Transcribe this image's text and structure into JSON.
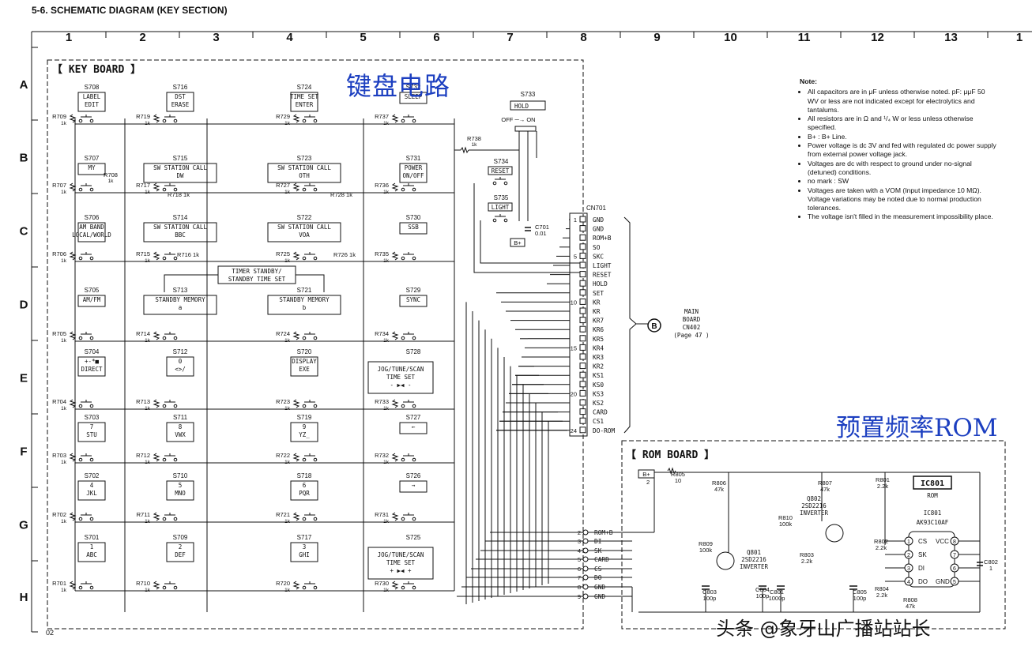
{
  "title": "5-6. SCHEMATIC DIAGRAM (KEY SECTION)",
  "columns": [
    "1",
    "2",
    "3",
    "4",
    "5",
    "6",
    "7",
    "8",
    "9",
    "10",
    "11",
    "12",
    "13",
    "1"
  ],
  "rows": [
    "A",
    "B",
    "C",
    "D",
    "E",
    "F",
    "G",
    "H"
  ],
  "keyboard": {
    "label": "【 KEY BOARD 】",
    "cn_title": "键盘电路",
    "switches": [
      {
        "ref": "S708",
        "text": [
          "LABEL",
          "EDIT"
        ],
        "res": "R709",
        "val": "1k"
      },
      {
        "ref": "S716",
        "text": [
          "DST",
          "ERASE"
        ],
        "res": "R719",
        "val": "1k"
      },
      {
        "ref": "S724",
        "text": [
          "TIME SET",
          "ENTER"
        ],
        "res": "R729",
        "val": "1k"
      },
      {
        "ref": "S732",
        "text": [
          "SLEEP"
        ],
        "res": "R737",
        "val": "1k"
      },
      {
        "ref": "S707",
        "text": [
          "MY"
        ],
        "res": "R707",
        "val": "1k"
      },
      {
        "ref": "S715",
        "text": [
          "SW STATION CALL",
          "DW"
        ],
        "res": "R717",
        "val": "1k"
      },
      {
        "ref": "S723",
        "text": [
          "SW STATION CALL",
          "OTH"
        ],
        "res": "R727",
        "val": "1k"
      },
      {
        "ref": "S731",
        "text": [
          "POWER",
          "ON/OFF"
        ],
        "res": "R736",
        "val": "1k"
      },
      {
        "ref": "S706",
        "text": [
          "AM BAND",
          "LOCAL/WORLD"
        ],
        "res": "R706",
        "val": "1k"
      },
      {
        "ref": "S714",
        "text": [
          "SW STATION CALL",
          "BBC"
        ],
        "res": "R715",
        "val": "1k"
      },
      {
        "ref": "S722",
        "text": [
          "SW STATION CALL",
          "VOA"
        ],
        "res": "R725",
        "val": "1k"
      },
      {
        "ref": "S730",
        "text": [
          "SSB"
        ],
        "res": "R735",
        "val": "1k"
      },
      {
        "ref": "S705",
        "text": [
          "AM/FM"
        ],
        "res": "R705",
        "val": "1k"
      },
      {
        "ref": "S713",
        "text": [
          "STANDBY MEMORY",
          "a"
        ],
        "res": "R714",
        "val": "1k"
      },
      {
        "ref": "S721",
        "text": [
          "STANDBY MEMORY",
          "b"
        ],
        "res": "R724",
        "val": "1k"
      },
      {
        "ref": "S729",
        "text": [
          "SYNC"
        ],
        "res": "R734",
        "val": "1k"
      },
      {
        "ref": "S704",
        "text": [
          "+-*■",
          "DIRECT"
        ],
        "res": "R704",
        "val": "1k"
      },
      {
        "ref": "S712",
        "text": [
          "0",
          "<>/"
        ],
        "res": "R713",
        "val": "1k"
      },
      {
        "ref": "S720",
        "text": [
          "DISPLAY",
          "EXE"
        ],
        "res": "R723",
        "val": "1k"
      },
      {
        "ref": "S728",
        "text": [
          "JOG/TUNE/SCAN",
          "TIME SET",
          "- ▶◀ -"
        ],
        "res": "R733",
        "val": "1k"
      },
      {
        "ref": "S703",
        "text": [
          "7",
          "STU"
        ],
        "res": "R703",
        "val": "1k"
      },
      {
        "ref": "S711",
        "text": [
          "8",
          "VWX"
        ],
        "res": "R712",
        "val": "1k"
      },
      {
        "ref": "S719",
        "text": [
          "9",
          "YZ_"
        ],
        "res": "R722",
        "val": "1k"
      },
      {
        "ref": "S727",
        "text": [
          "←"
        ],
        "res": "R732",
        "val": "1k"
      },
      {
        "ref": "S702",
        "text": [
          "4",
          "JKL"
        ],
        "res": "R702",
        "val": "1k"
      },
      {
        "ref": "S710",
        "text": [
          "5",
          "MNO"
        ],
        "res": "R711",
        "val": "1k"
      },
      {
        "ref": "S718",
        "text": [
          "6",
          "PQR"
        ],
        "res": "R721",
        "val": "1k"
      },
      {
        "ref": "S726",
        "text": [
          "→"
        ],
        "res": "R731",
        "val": "1k"
      },
      {
        "ref": "S701",
        "text": [
          "1",
          "ABC"
        ],
        "res": "R701",
        "val": "1k"
      },
      {
        "ref": "S709",
        "text": [
          "2",
          "DEF"
        ],
        "res": "R710",
        "val": "1k"
      },
      {
        "ref": "S717",
        "text": [
          "3",
          "GHI"
        ],
        "res": "R720",
        "val": "1k"
      },
      {
        "ref": "S725",
        "text": [
          "JOG/TUNE/SCAN",
          "TIME SET",
          "+ ▶◀ +"
        ],
        "res": "R730",
        "val": "1k"
      }
    ],
    "extra_res": [
      {
        "ref": "R708",
        "val": "1k"
      },
      {
        "ref": "R718",
        "val": "1k"
      },
      {
        "ref": "R728",
        "val": "1k"
      },
      {
        "ref": "R716",
        "val": "1k"
      },
      {
        "ref": "R726",
        "val": "1k"
      }
    ],
    "timer_box": [
      "TIMER STANDBY/",
      "STANDBY TIME SET"
    ],
    "s733": {
      "ref": "S733",
      "label": "HOLD",
      "off": "OFF",
      "on": "ON"
    },
    "r738": {
      "ref": "R738",
      "val": "1k"
    },
    "s734": {
      "ref": "S734",
      "label": "RESET"
    },
    "s735": {
      "ref": "S735",
      "label": "LIGHT"
    },
    "c701": {
      "ref": "C701",
      "val": "0.01"
    },
    "bplus": "B+"
  },
  "connector": {
    "ref": "CN701",
    "pins": [
      "GND",
      "GND",
      "ROM+B",
      "SO",
      "SKC",
      "LIGHT",
      "RESET",
      "HOLD",
      "SET",
      "KR",
      "KR",
      "KR7",
      "KR6",
      "KR5",
      "KR4",
      "KR3",
      "KR2",
      "KS1",
      "KS0",
      "KS3",
      "KS2",
      "CARD",
      "CS1",
      "DO-ROM"
    ],
    "numbers": {
      "1": "1",
      "5": "5",
      "10": "10",
      "15": "15",
      "20": "20",
      "24": "24"
    },
    "target": [
      "MAIN",
      "BOARD",
      "CN402",
      "(Page 47 )"
    ],
    "circle": "B"
  },
  "rom": {
    "label": "【 ROM BOARD 】",
    "cn_title": "预置频率ROM",
    "pins": [
      "ROM+B",
      "DI",
      "SK",
      "CARD",
      "CS",
      "DO",
      "GND",
      "GND"
    ],
    "pinnums": [
      "2",
      "3",
      "4",
      "5",
      "6",
      "7",
      "8",
      "9"
    ],
    "ic_box": "IC801",
    "ic_sub": "ROM",
    "ic_name": [
      "IC801",
      "AK93C10AF"
    ],
    "ic_left": [
      "CS",
      "SK",
      "DI",
      "DO"
    ],
    "ic_right": [
      "VCC",
      "",
      "",
      "GND"
    ],
    "ic_lnum": [
      "1",
      "2",
      "3",
      "4"
    ],
    "ic_rnum": [
      "8",
      "7",
      "6",
      "5"
    ],
    "q802": [
      "Q802",
      "2SD2216",
      "INVERTER"
    ],
    "q801": [
      "Q801",
      "2SD2216",
      "INVERTER"
    ],
    "parts": [
      {
        "ref": "R805",
        "val": "10"
      },
      {
        "ref": "R806",
        "val": "47k"
      },
      {
        "ref": "R807",
        "val": "47k"
      },
      {
        "ref": "R801",
        "val": "2.2k"
      },
      {
        "ref": "R810",
        "val": "100k"
      },
      {
        "ref": "R809",
        "val": "100k"
      },
      {
        "ref": "R803",
        "val": "2.2k"
      },
      {
        "ref": "R802",
        "val": "2.2k"
      },
      {
        "ref": "R804",
        "val": "2.2k"
      },
      {
        "ref": "R808",
        "val": "47k"
      },
      {
        "ref": "C803",
        "val": "100p"
      },
      {
        "ref": "C804",
        "val": "100p"
      },
      {
        "ref": "C801",
        "val": "1000p"
      },
      {
        "ref": "C805",
        "val": "100p"
      },
      {
        "ref": "C802",
        "val": "1"
      }
    ],
    "bplus": "B+"
  },
  "notes": {
    "heading": "Note:",
    "items": [
      "All capacitors are in μF unless otherwise noted. pF: μμF 50 WV or less are not indicated except for electrolytics and tantalums.",
      "All resistors are in Ω and ¹/₄ W or less unless otherwise specified.",
      "B+ : B+ Line.",
      "Power voltage is dc 3V and fed with regulated dc power supply from external power voltage jack.",
      "Voltages are dc with respect to ground under no-signal (detuned) conditions.",
      "no mark : SW",
      "Voltages are taken with a VOM (Input impedance 10 MΩ). Voltage variations may be noted due to normal production tolerances.",
      "The voltage isn't filled in the measurement impossibility place."
    ]
  },
  "page_number": "02",
  "watermark": "头条 @象牙山广播站站长"
}
